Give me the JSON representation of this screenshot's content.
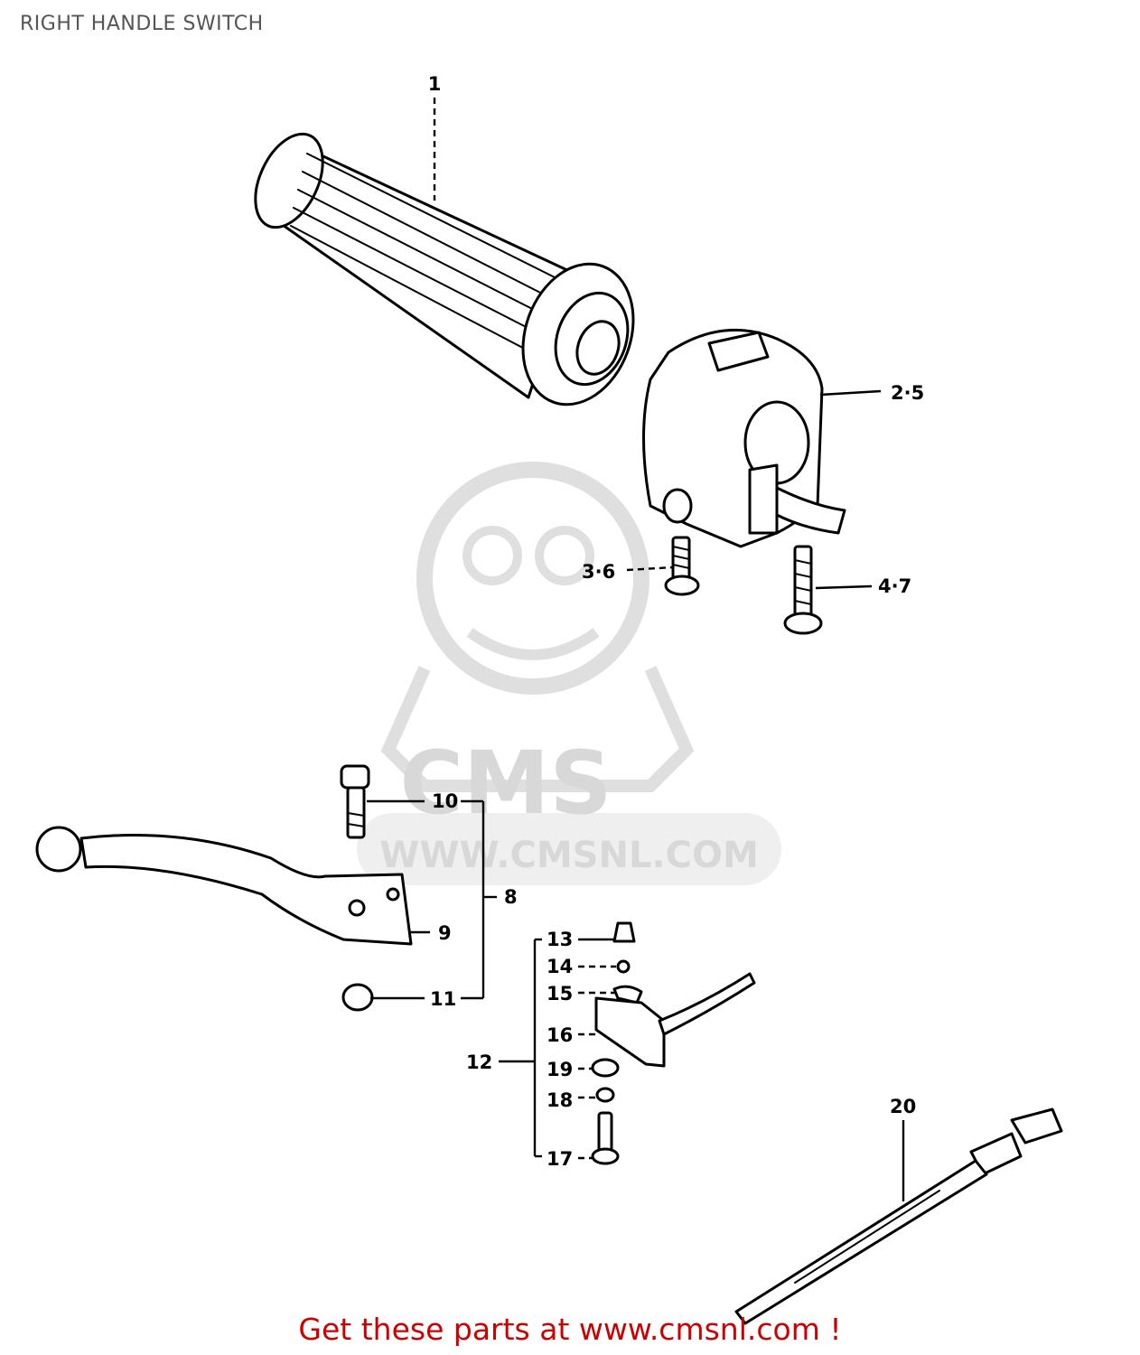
{
  "header": {
    "title": "RIGHT HANDLE SWITCH"
  },
  "watermark": {
    "brand": "CMS",
    "url": "WWW.CMSNL.COM"
  },
  "callouts": [
    {
      "id": "c1",
      "text": "1"
    },
    {
      "id": "c2",
      "text": "2·5"
    },
    {
      "id": "c3",
      "text": "3·6"
    },
    {
      "id": "c4",
      "text": "4·7"
    },
    {
      "id": "c8",
      "text": "8"
    },
    {
      "id": "c9",
      "text": "9"
    },
    {
      "id": "c10",
      "text": "10"
    },
    {
      "id": "c11",
      "text": "11"
    },
    {
      "id": "c12",
      "text": "12"
    },
    {
      "id": "c13",
      "text": "13"
    },
    {
      "id": "c14",
      "text": "14"
    },
    {
      "id": "c15",
      "text": "15"
    },
    {
      "id": "c16",
      "text": "16"
    },
    {
      "id": "c17",
      "text": "17"
    },
    {
      "id": "c18",
      "text": "18"
    },
    {
      "id": "c19",
      "text": "19"
    },
    {
      "id": "c20",
      "text": "20"
    }
  ],
  "footer": {
    "link_text": "Get these parts at www.cmsnl.com !"
  }
}
